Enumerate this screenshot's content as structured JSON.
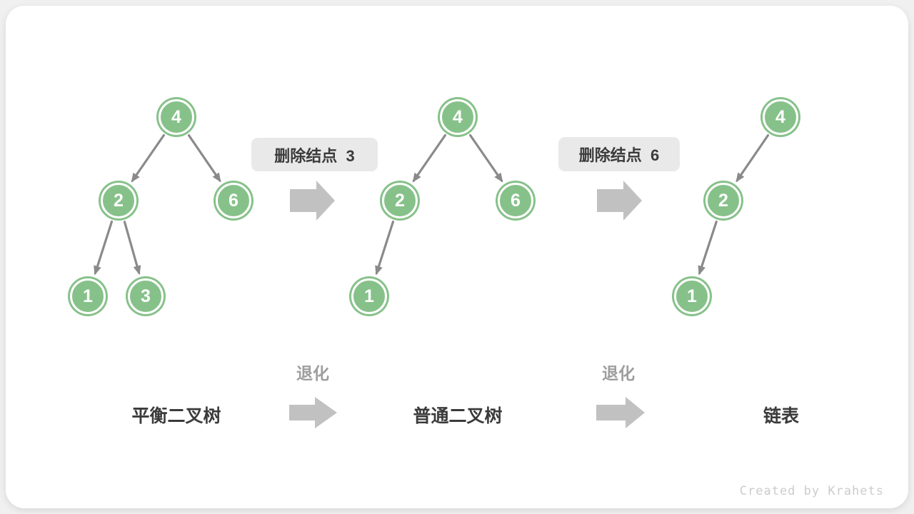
{
  "steps": [
    {
      "label": "删除结点  3"
    },
    {
      "label": "删除结点  6"
    }
  ],
  "transitions": [
    {
      "label": "退化"
    },
    {
      "label": "退化"
    }
  ],
  "trees": [
    {
      "name": "平衡二叉树",
      "nodes": [
        {
          "value": "4"
        },
        {
          "value": "2"
        },
        {
          "value": "6"
        },
        {
          "value": "1"
        },
        {
          "value": "3"
        }
      ]
    },
    {
      "name": "普通二叉树",
      "nodes": [
        {
          "value": "4"
        },
        {
          "value": "2"
        },
        {
          "value": "6"
        },
        {
          "value": "1"
        }
      ]
    },
    {
      "name": "链表",
      "nodes": [
        {
          "value": "4"
        },
        {
          "value": "2"
        },
        {
          "value": "1"
        }
      ]
    }
  ],
  "watermark": "Created by Krahets",
  "colors": {
    "node_fill": "#87c18a",
    "edge": "#8a8a8a",
    "block_arrow": "#c1c1c1",
    "step_box_bg": "#e9e9e9",
    "dark_text": "#3b3b3b",
    "muted_text": "#9e9e9e",
    "watermark_text": "#cccccc"
  }
}
